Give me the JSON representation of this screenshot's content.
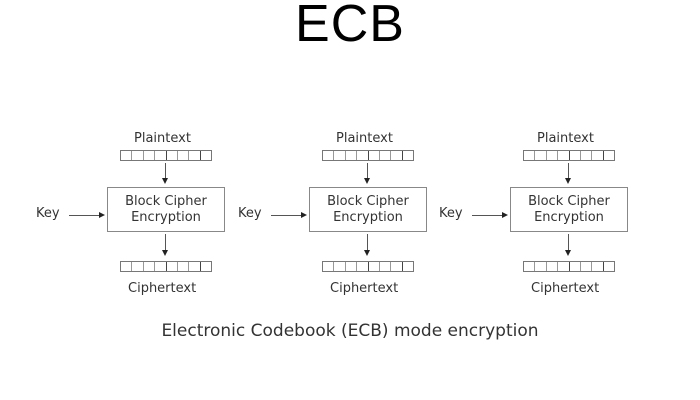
{
  "slide": {
    "title": "ECB",
    "caption": "Electronic Codebook (ECB) mode encryption"
  },
  "units": [
    {
      "plaintext_label": "Plaintext",
      "key_label": "Key",
      "box_line1": "Block Cipher",
      "box_line2": "Encryption",
      "ciphertext_label": "Ciphertext"
    },
    {
      "plaintext_label": "Plaintext",
      "key_label": "Key",
      "box_line1": "Block Cipher",
      "box_line2": "Encryption",
      "ciphertext_label": "Ciphertext"
    },
    {
      "plaintext_label": "Plaintext",
      "key_label": "Key",
      "box_line1": "Block Cipher",
      "box_line2": "Encryption",
      "ciphertext_label": "Ciphertext"
    }
  ],
  "block_cells": 8
}
